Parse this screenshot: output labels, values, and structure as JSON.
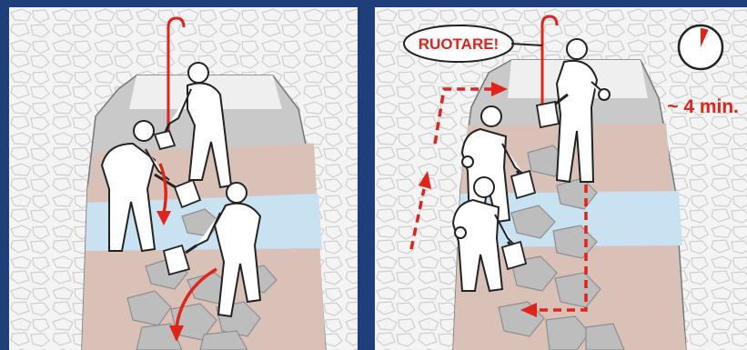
{
  "colors": {
    "frame": "#1f3f7a",
    "background": "#f4f4f4",
    "stone_stroke": "#cfcfcf",
    "pit_wall": "#c9c9c9",
    "soil": "#d9c1b8",
    "water": "#c9e2f2",
    "rubble": "#bdbdbd",
    "figure_fill": "#ffffff",
    "figure_stroke": "#222222",
    "accent": "#e2231a"
  },
  "icons": {
    "probe": "probe-rod-icon",
    "shovel": "shovel-icon",
    "clock": "clock-icon",
    "arrow": "curved-arrow-icon",
    "rotation": "dashed-rotation-arrow-icon"
  },
  "right_panel": {
    "bubble_label": "RUOTARE!",
    "time_label": "~ 4 min.",
    "clock_fraction": 0.067
  }
}
